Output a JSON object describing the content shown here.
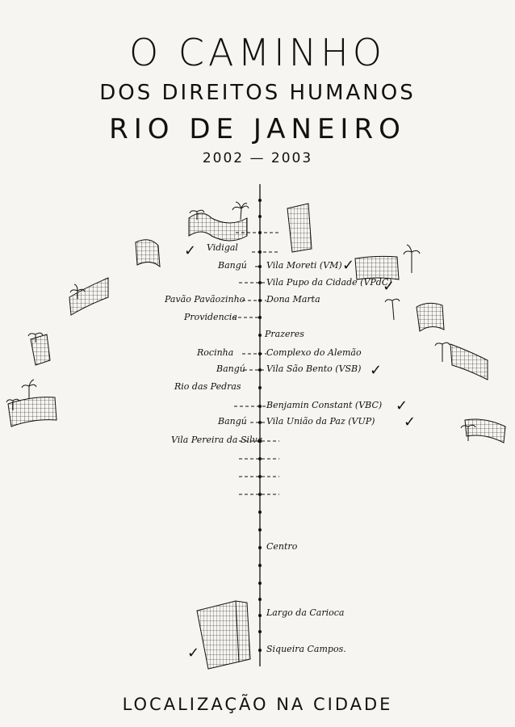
{
  "header": {
    "title_line1": "O CAMINHO",
    "title_line2": "DOS DIREITOS HUMANOS",
    "title_line3": "RIO DE JANEIRO",
    "years": "2002 — 2003"
  },
  "left_labels": {
    "vidigal": "Vidigal",
    "bangu_1": "Bangú",
    "pavao": "Pavão Pavãozinho",
    "providencia": "Providencia",
    "rocinha": "Rocinha",
    "bangu_2": "Bangú",
    "rio_pedras": "Rio das Pedras",
    "bangu_3": "Bangú",
    "vila_pereira": "Vila Pereira da Silva"
  },
  "right_labels": {
    "vila_moreti": "Vila Moreti (VM)",
    "vila_pupo": "Vila Pupo da Cidade (VPdC)",
    "dona_marta": "Dona Marta",
    "prazeres": "Prazeres",
    "alemao": "Complexo do Alemão",
    "sao_bento": "Vila São Bento (VSB)",
    "benjamin": "Benjamin Constant (VBC)",
    "uniao": "Vila União da Paz (VUP)",
    "centro": "Centro",
    "carioca": "Largo da Carioca",
    "campos": "Siqueira Campos."
  },
  "marks": {
    "check": "✓"
  },
  "footer": {
    "text": "LOCALIZAÇÃO NA CIDADE"
  }
}
